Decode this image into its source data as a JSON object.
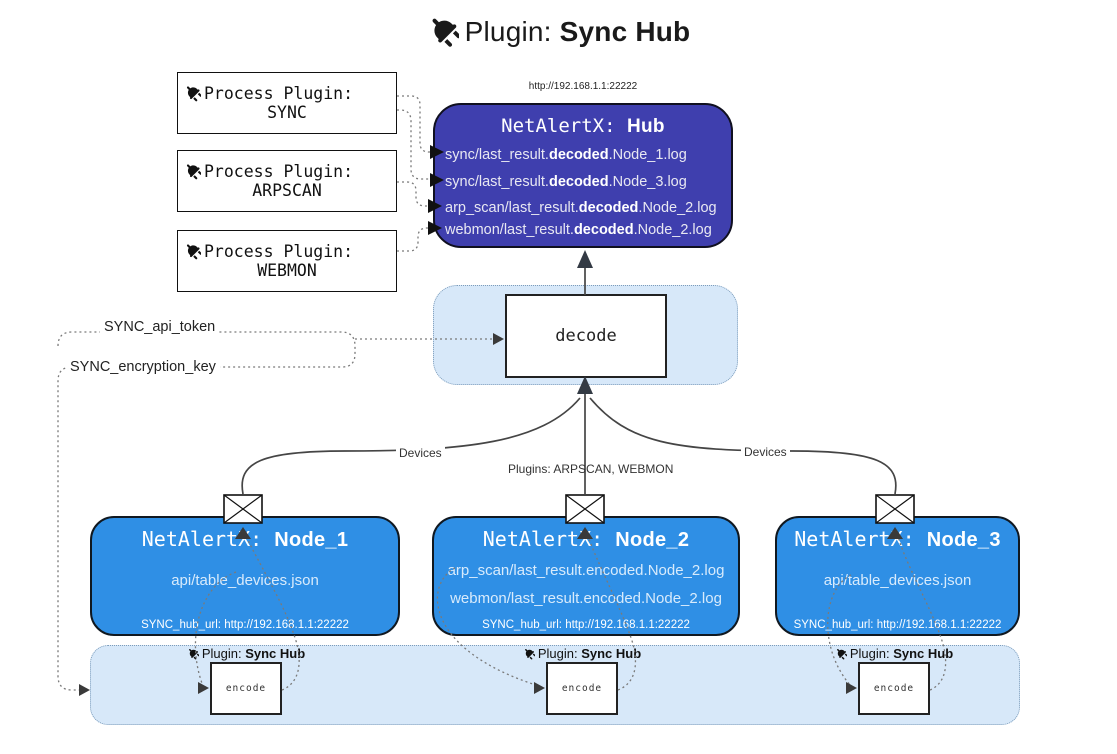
{
  "title": {
    "prefix": "Plugin: ",
    "name": "Sync Hub"
  },
  "hub": {
    "url": "http://192.168.1.1:22222",
    "title_prefix": "NetAlertX: ",
    "title_name": "Hub",
    "lines": [
      {
        "pre": "sync/last_result.",
        "bold": "decoded",
        "post": ".Node_1.log"
      },
      {
        "pre": "sync/last_result.",
        "bold": "decoded",
        "post": ".Node_3.log"
      },
      {
        "pre": "arp_scan/last_result.",
        "bold": "decoded",
        "post": ".Node_2.log"
      },
      {
        "pre": "webmon/last_result.",
        "bold": "decoded",
        "post": ".Node_2.log"
      }
    ]
  },
  "process_plugins": [
    {
      "label": "Process Plugin:",
      "name": "SYNC"
    },
    {
      "label": "Process Plugin:",
      "name": "ARPSCAN"
    },
    {
      "label": "Process Plugin:",
      "name": "WEBMON"
    }
  ],
  "settings": {
    "api_token": "SYNC_api_token",
    "encryption_key": "SYNC_encryption_key"
  },
  "decode": {
    "label": "decode"
  },
  "edges": {
    "devices_left": "Devices",
    "plugins_mid": "Plugins: ARPSCAN, WEBMON",
    "devices_right": "Devices"
  },
  "nodes": [
    {
      "title_prefix": "NetAlertX: ",
      "title_name": "Node_1",
      "lines": [
        "api/table_devices.json"
      ],
      "hub_url": "SYNC_hub_url: http://192.168.1.1:22222"
    },
    {
      "title_prefix": "NetAlertX: ",
      "title_name": "Node_2",
      "lines": [
        "arp_scan/last_result.encoded.Node_2.log",
        "webmon/last_result.encoded.Node_2.log"
      ],
      "hub_url": "SYNC_hub_url: http://192.168.1.1:22222"
    },
    {
      "title_prefix": "NetAlertX: ",
      "title_name": "Node_3",
      "lines": [
        "api/table_devices.json"
      ],
      "hub_url": "SYNC_hub_url: http://192.168.1.1:22222"
    }
  ],
  "encode": {
    "label": "encode",
    "plugin_prefix": "Plugin: ",
    "plugin_name": "Sync Hub"
  },
  "colors": {
    "hub_fill": "#3f3fae",
    "node_fill": "#2f8fe5",
    "zone_fill": "#d7e8f9",
    "line": "#444444"
  }
}
